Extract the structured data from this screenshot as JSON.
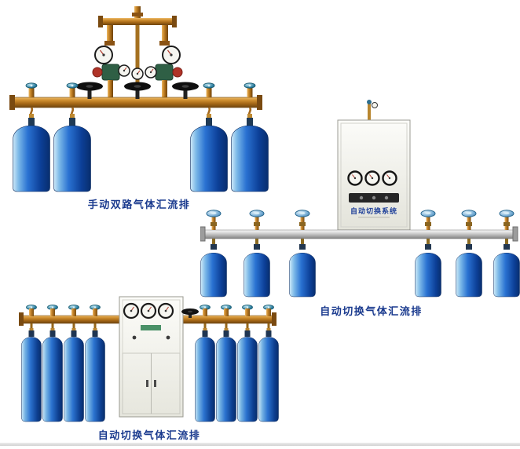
{
  "page": {
    "background": "#ffffff"
  },
  "colors": {
    "caption_text": "#1a3a8e",
    "brass_pipe": "#b8802c",
    "silver_pipe": "#c6c6c6",
    "cylinder_blue": "#1d66c9",
    "valve_knob_teal": "#4193ad",
    "valve_knob_blue": "#7fb3d6",
    "cabinet_body": "#f1f1ea"
  },
  "scenes": {
    "manual_dual": {
      "caption": "手动双路气体汇流排",
      "cylinder_count": 4
    },
    "auto_switch_right": {
      "caption": "自动切换气体汇流排",
      "cabinet_label": "自动切换系统",
      "cylinder_count": 6
    },
    "auto_switch_bottom": {
      "caption": "自动切换气体汇流排",
      "cylinder_count": 8
    }
  }
}
